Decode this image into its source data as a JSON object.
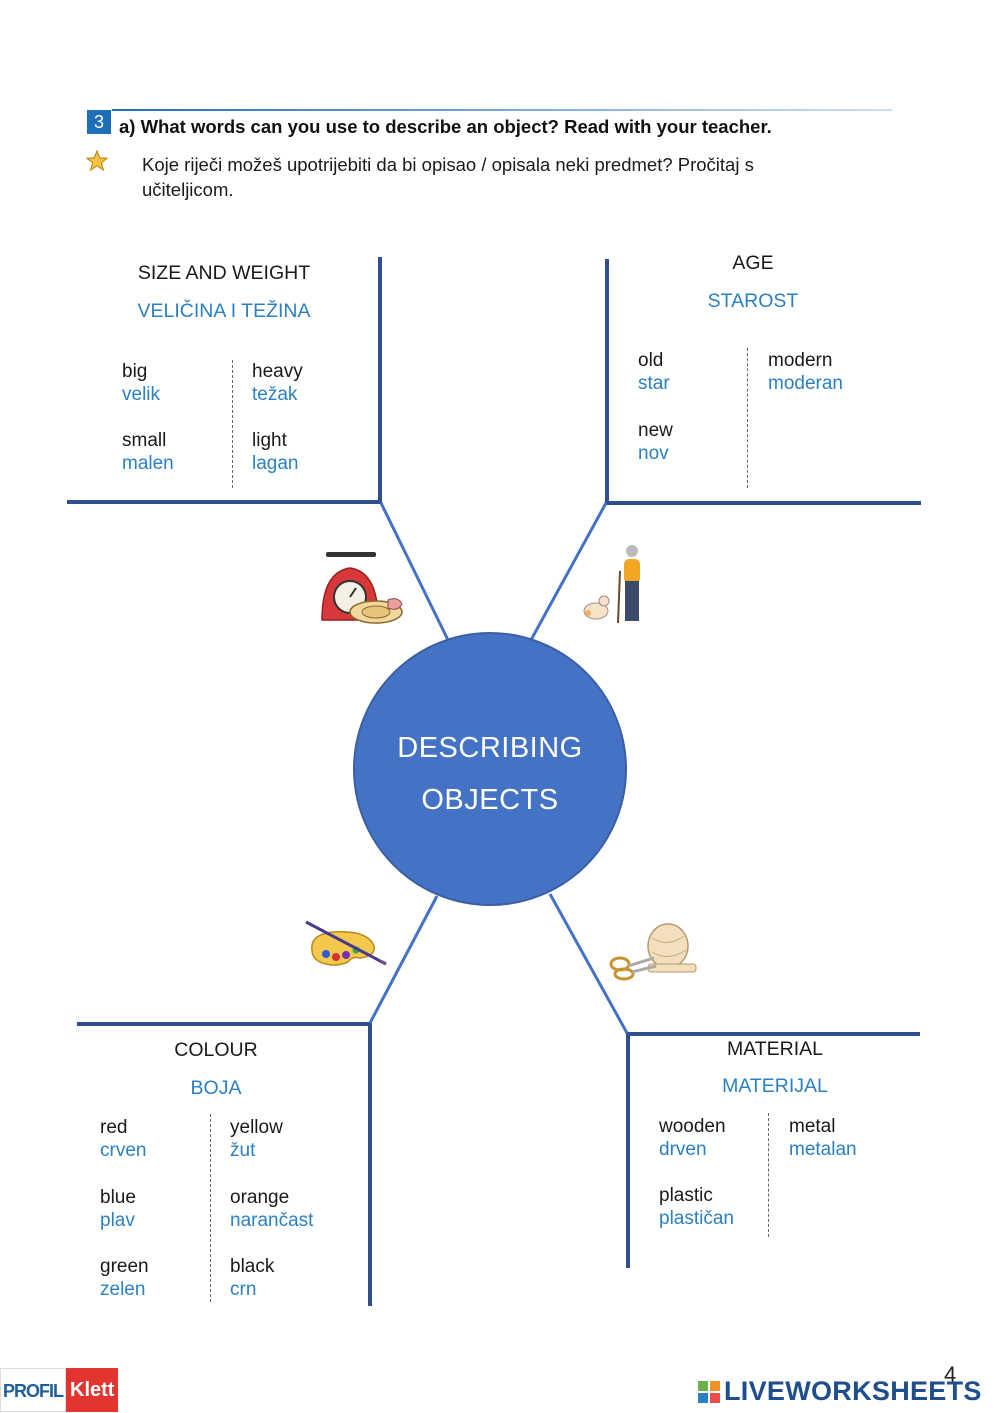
{
  "header": {
    "task_number": "3",
    "instruction_en": "a) What words can you use to describe an object? Read with your teacher.",
    "instruction_hr_line1": "Koje riječi možeš upotrijebiti da bi opisao / opisala neki predmet? Pročitaj s",
    "instruction_hr_line2": "učiteljicom."
  },
  "center": {
    "line1": "DESCRIBING",
    "line2": "OBJECTS"
  },
  "size": {
    "title_en": "SIZE AND WEIGHT",
    "title_hr": "VELIČINA I TEŽINA",
    "words": [
      {
        "en": "big",
        "hr": "velik"
      },
      {
        "en": "heavy",
        "hr": "težak"
      },
      {
        "en": "small",
        "hr": "malen"
      },
      {
        "en": "light",
        "hr": "lagan"
      }
    ]
  },
  "age": {
    "title_en": "AGE",
    "title_hr": "STAROST",
    "words": [
      {
        "en": "old",
        "hr": "star"
      },
      {
        "en": "modern",
        "hr": "moderan"
      },
      {
        "en": "new",
        "hr": "nov"
      }
    ]
  },
  "colour": {
    "title_en": "COLOUR",
    "title_hr": "BOJA",
    "words": [
      {
        "en": "red",
        "hr": "crven"
      },
      {
        "en": "yellow",
        "hr": "žut"
      },
      {
        "en": "blue",
        "hr": "plav"
      },
      {
        "en": "orange",
        "hr": "narančast"
      },
      {
        "en": "green",
        "hr": "zelen"
      },
      {
        "en": "black",
        "hr": "crn"
      }
    ]
  },
  "material": {
    "title_en": "MATERIAL",
    "title_hr": "MATERIJAL",
    "words": [
      {
        "en": "wooden",
        "hr": "drven"
      },
      {
        "en": "metal",
        "hr": "metalan"
      },
      {
        "en": "plastic",
        "hr": "plastičan"
      }
    ]
  },
  "footer": {
    "publisher_left": "PROFIL",
    "publisher_right": "Klett",
    "brand": "LIVEWORKSHEETS",
    "page_number": "4"
  },
  "colors": {
    "line": "#2f4f8f",
    "accent_blue": "#2a80c3",
    "circle": "#4472c4"
  },
  "icons": [
    "star-icon",
    "kitchen-scale-icon",
    "old-woman-icon",
    "paint-palette-icon",
    "yarn-scissors-icon"
  ]
}
